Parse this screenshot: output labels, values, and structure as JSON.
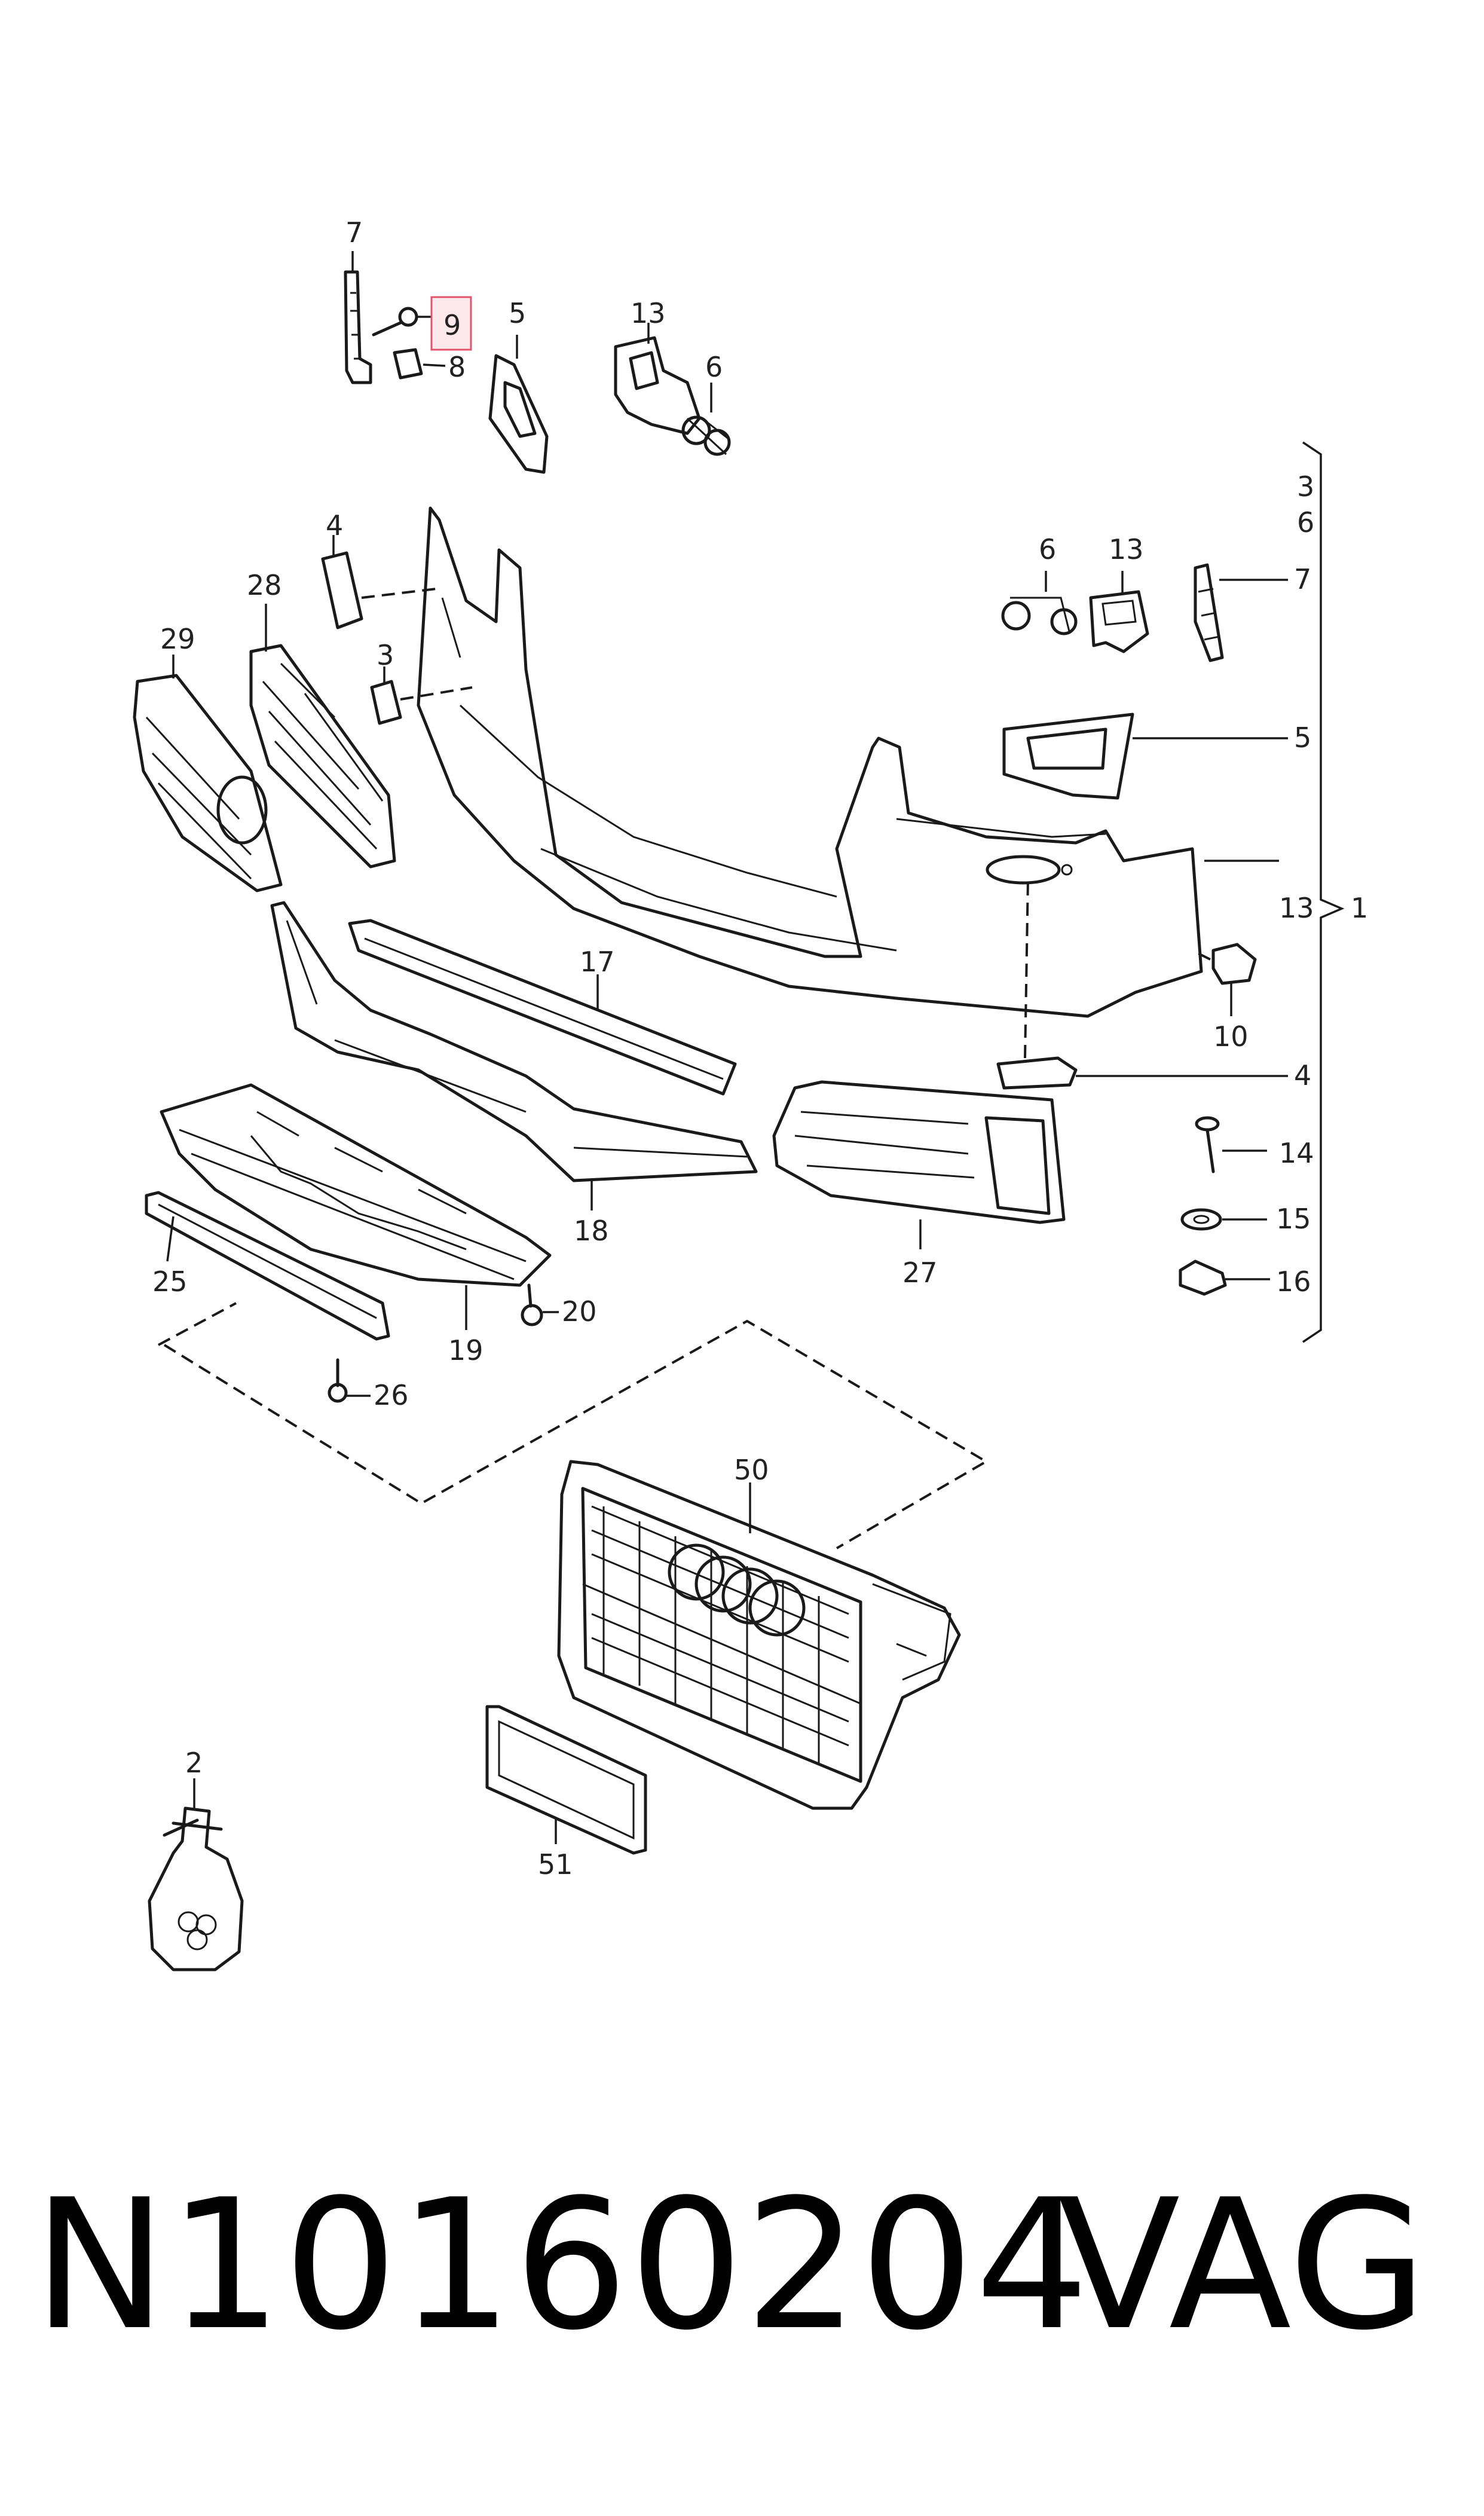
{
  "callouts": [
    {
      "id": "c7a",
      "label": "7"
    },
    {
      "id": "c9",
      "label": "9"
    },
    {
      "id": "c8",
      "label": "8"
    },
    {
      "id": "c5a",
      "label": "5"
    },
    {
      "id": "c13a",
      "label": "13"
    },
    {
      "id": "c6a",
      "label": "6"
    },
    {
      "id": "c4a",
      "label": "4"
    },
    {
      "id": "c28",
      "label": "28"
    },
    {
      "id": "c29",
      "label": "29"
    },
    {
      "id": "c3a",
      "label": "3"
    },
    {
      "id": "c3b",
      "label": "3"
    },
    {
      "id": "c6b",
      "label": "6"
    },
    {
      "id": "c6c",
      "label": "6"
    },
    {
      "id": "c13b",
      "label": "13"
    },
    {
      "id": "c7b",
      "label": "7"
    },
    {
      "id": "c5b",
      "label": "5"
    },
    {
      "id": "c13c",
      "label": "13"
    },
    {
      "id": "c1",
      "label": "1"
    },
    {
      "id": "c10",
      "label": "10"
    },
    {
      "id": "c17",
      "label": "17"
    },
    {
      "id": "c4b",
      "label": "4"
    },
    {
      "id": "c14",
      "label": "14"
    },
    {
      "id": "c15",
      "label": "15"
    },
    {
      "id": "c16",
      "label": "16"
    },
    {
      "id": "c18",
      "label": "18"
    },
    {
      "id": "c27",
      "label": "27"
    },
    {
      "id": "c25",
      "label": "25"
    },
    {
      "id": "c19",
      "label": "19"
    },
    {
      "id": "c20",
      "label": "20"
    },
    {
      "id": "c26",
      "label": "26"
    },
    {
      "id": "c50",
      "label": "50"
    },
    {
      "id": "c2",
      "label": "2"
    },
    {
      "id": "c51",
      "label": "51"
    }
  ],
  "highlighted_callout": "9",
  "footer": {
    "part_number": "N10160204",
    "brand": "VAG"
  }
}
